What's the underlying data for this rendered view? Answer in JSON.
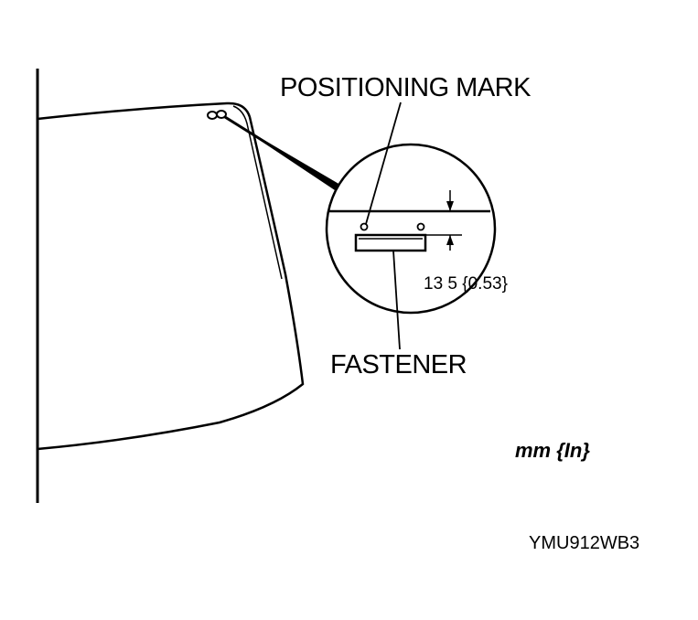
{
  "labels": {
    "positioning_mark": "POSITIONING MARK",
    "fastener": "FASTENER",
    "dimension": "13 5 {0.53}",
    "units": "mm {In}",
    "figure_code": "YMU912WB3"
  },
  "colors": {
    "line": "#000000",
    "background": "#ffffff"
  }
}
